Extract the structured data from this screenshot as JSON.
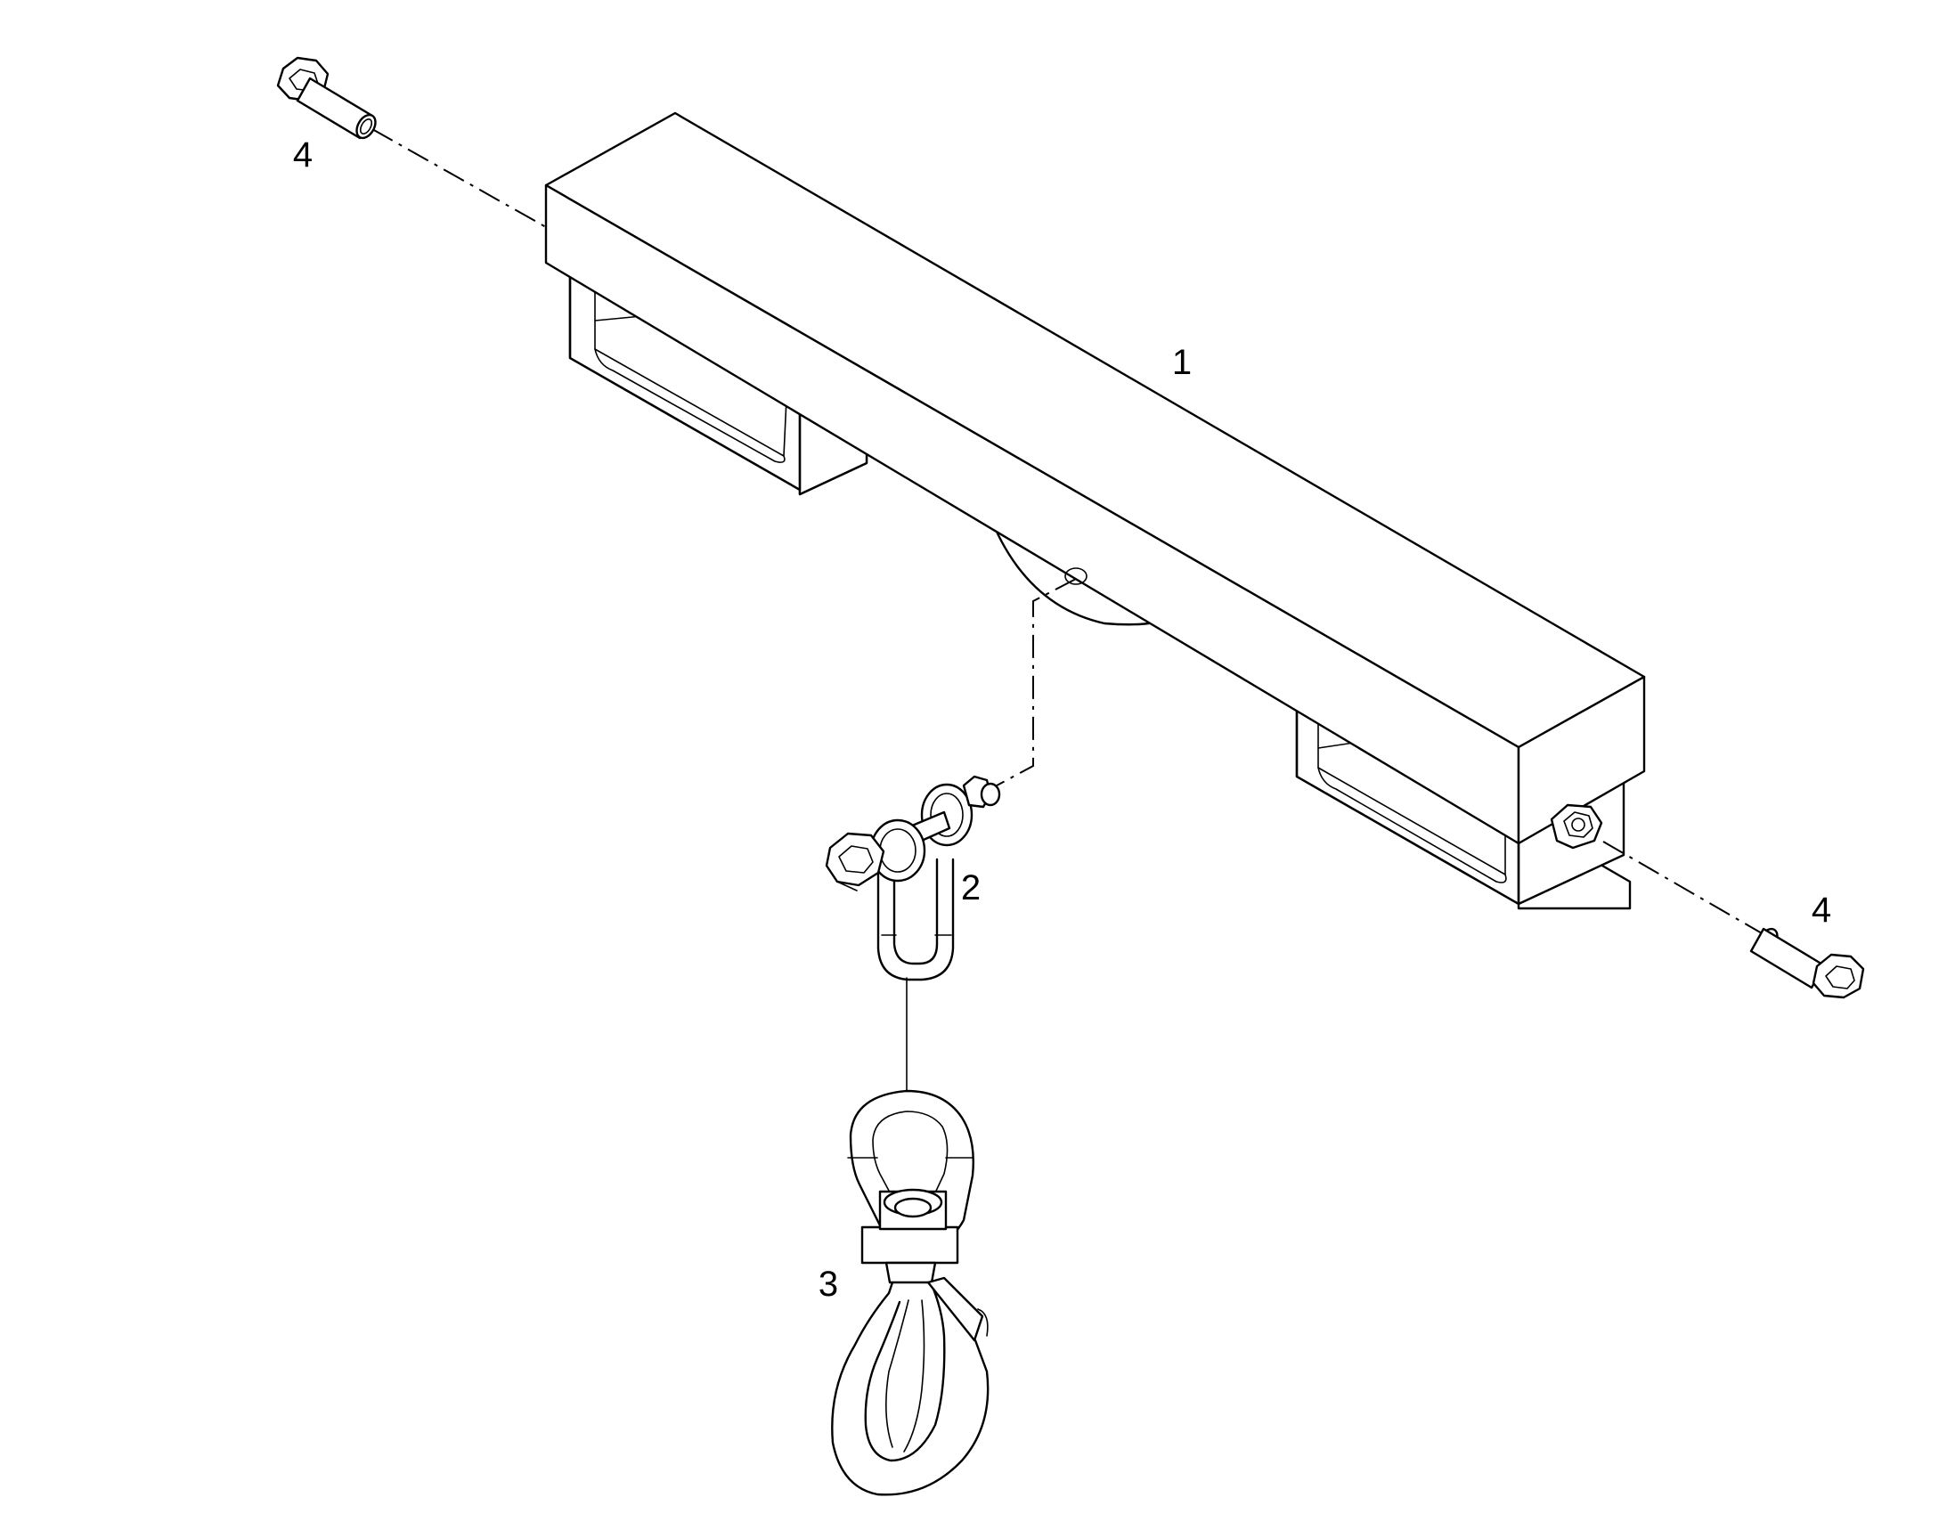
{
  "callouts": [
    {
      "id": "beam",
      "text": "1"
    },
    {
      "id": "shackle",
      "text": "2"
    },
    {
      "id": "swivel-hook",
      "text": "3"
    },
    {
      "id": "bolt-left",
      "text": "4"
    },
    {
      "id": "bolt-right",
      "text": "4"
    }
  ]
}
